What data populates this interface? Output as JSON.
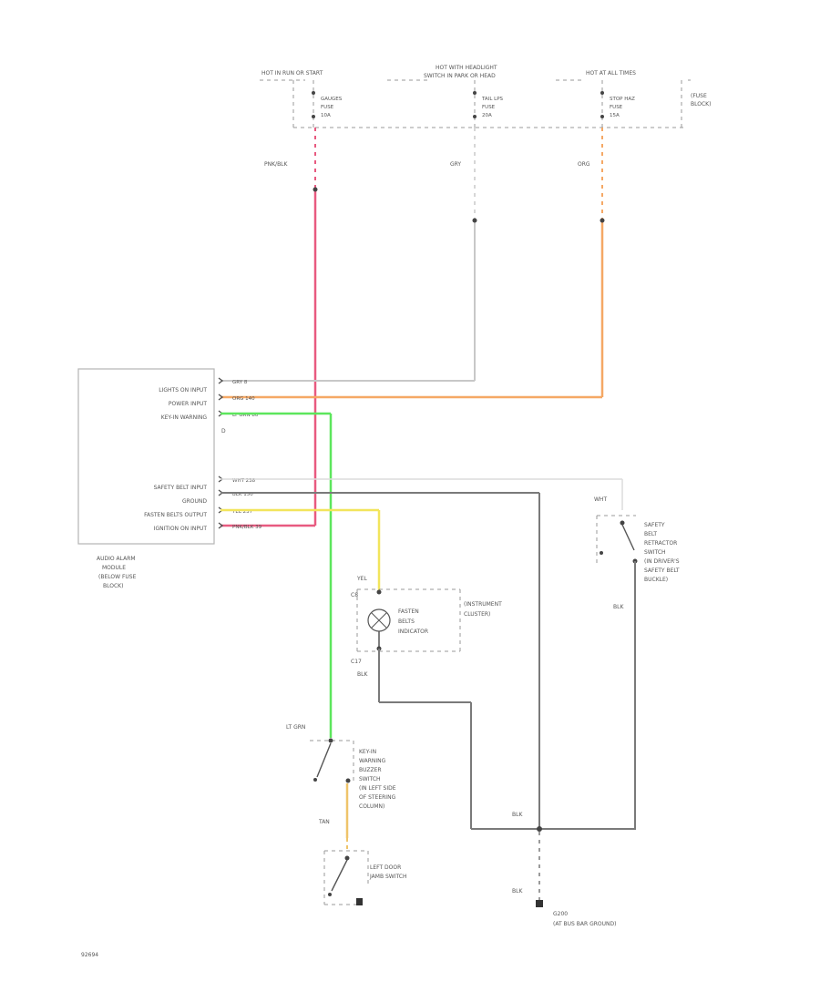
{
  "fuse_block": {
    "hot_run_start": "HOT IN RUN OR START",
    "hot_headlight": "HOT WITH HEADLIGHT",
    "hot_headlight_2": "SWITCH IN PARK OR HEAD",
    "hot_all_times": "HOT AT ALL TIMES",
    "fuse_block_1": "(FUSE",
    "fuse_block_2": "BLOCK)",
    "fuse_gauges": [
      "GAUGES",
      "FUSE",
      "10A"
    ],
    "fuse_tail": [
      "TAIL LPS",
      "FUSE",
      "20A"
    ],
    "fuse_stop": [
      "STOP HAZ",
      "FUSE",
      "15A"
    ]
  },
  "wires_top": {
    "pnk_blk": "PNK/BLK",
    "gry": "GRY",
    "org": "ORG"
  },
  "module": {
    "pins": [
      "LIGHTS ON INPUT",
      "POWER INPUT",
      "KEY-IN WARNING",
      "SAFETY BELT INPUT",
      "GROUND",
      "FASTEN BELTS OUTPUT",
      "IGNITION ON INPUT"
    ],
    "wire_labels": [
      "GRY  8",
      "ORG  140",
      "LT GRN  80",
      "WHT  238",
      "BLK  150",
      "YEL  237",
      "PNK/BLK  39"
    ],
    "extra_pin": "D",
    "caption": [
      "AUDIO ALARM",
      "MODULE",
      "(BELOW FUSE",
      "BLOCK)"
    ]
  },
  "indicator": {
    "wire_in": "YEL",
    "pin_in": "C8",
    "wire_out_pin": "C17",
    "wire_out": "BLK",
    "label": [
      "FASTEN",
      "BELTS",
      "INDICATOR"
    ],
    "cluster": [
      "(INSTRUMENT",
      "CLUSTER)"
    ]
  },
  "retractor": {
    "wire_in": "WHT",
    "wire_out": "BLK",
    "label": [
      "SAFETY",
      "BELT",
      "RETRACTOR",
      "SWITCH",
      "(IN DRIVER'S",
      "SAFETY BELT",
      "BUCKLE)"
    ]
  },
  "keyin_switch": {
    "wire_in": "LT GRN",
    "wire_out": "TAN",
    "label": [
      "KEY-IN",
      "WARNING",
      "BUZZER",
      "SWITCH",
      "(IN LEFT SIDE",
      "OF STEERING",
      "COLUMN)"
    ]
  },
  "door_switch": {
    "label": [
      "LEFT DOOR",
      "JAMB SWITCH"
    ]
  },
  "ground": {
    "wire_1": "BLK",
    "wire_2": "BLK",
    "label": [
      "G200",
      "(AT BUS BAR GROUND)"
    ]
  },
  "figure_id": "92694",
  "colors": {
    "pnk_blk": "#e85a80",
    "gry": "#c8c8c8",
    "org": "#f5a865",
    "lt_grn": "#5ce65c",
    "yel": "#f2e55c",
    "blk": "#7a7a7a",
    "wht": "#dcdcdc",
    "tan": "#efc46a"
  }
}
